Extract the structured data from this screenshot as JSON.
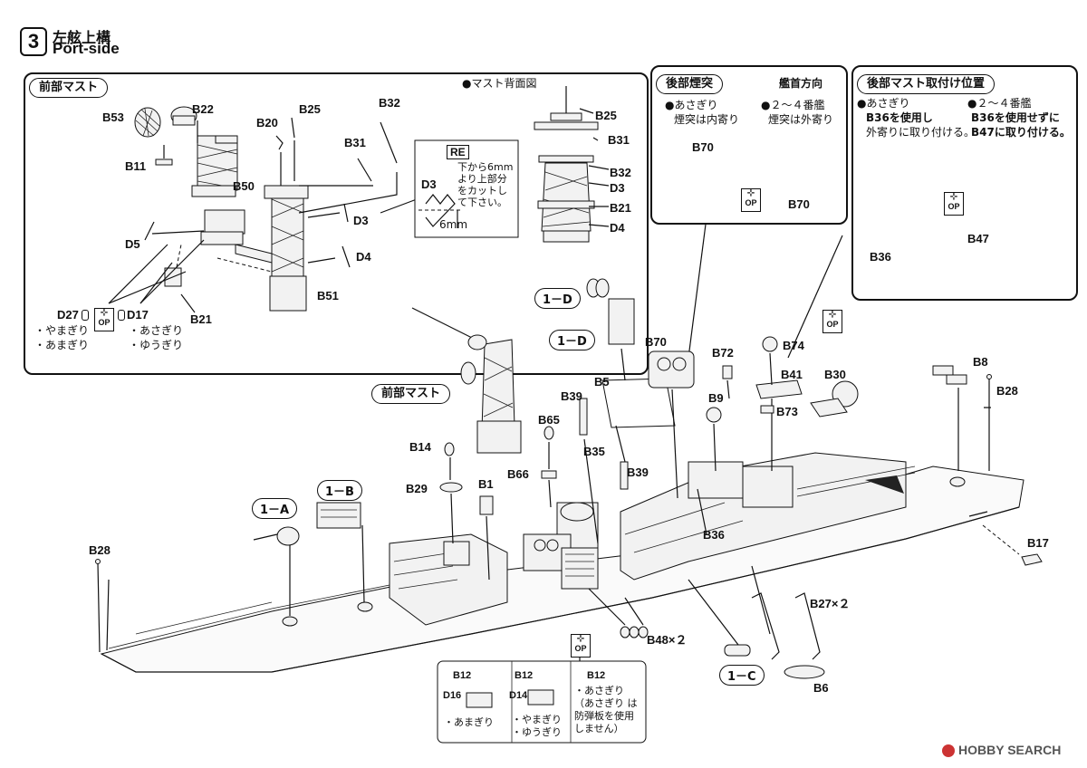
{
  "header": {
    "step_number": "3",
    "title_jp": "左舷上構",
    "title_en": "Port-side"
  },
  "front_mast_panel": {
    "heading": "前部マスト",
    "rear_view_label": "●マスト背面図",
    "labels": [
      "B53",
      "B22",
      "B20",
      "B25",
      "B32",
      "B11",
      "B31",
      "B50",
      "D3",
      "D5",
      "D4",
      "B51",
      "B21"
    ],
    "d27_label": "D27",
    "d17_label": "D17",
    "d27_ships": [
      "・やまぎり",
      "・あまぎり"
    ],
    "d17_ships": [
      "・あさぎり",
      "・ゆうぎり"
    ],
    "rear_view_labels": [
      "B25",
      "B31",
      "B32",
      "D3",
      "B21",
      "D4"
    ],
    "cut_note": {
      "badge": "RE",
      "text": [
        "下から6mm",
        "より上部分",
        "をカットし",
        "て下さい。"
      ],
      "part": "D3",
      "measure": "6mm"
    }
  },
  "rear_funnel_panel": {
    "heading": "後部煙突",
    "arrow_label": "艦首方向",
    "left_note": [
      "●あさぎり",
      "煙突は内寄り"
    ],
    "right_note": [
      "●２～４番艦",
      "煙突は外寄り"
    ],
    "part_left": "B70",
    "part_right": "B70"
  },
  "rear_mast_panel": {
    "heading": "後部マスト取付け位置",
    "left_note": [
      "●あさぎり",
      "B36を使用し",
      "外寄りに取り付ける。"
    ],
    "right_note": [
      "●２～４番艦",
      "B36を使用せずに",
      "B47に取り付ける。"
    ],
    "part_left": "B36",
    "part_right": "B47"
  },
  "op_badge": "OP",
  "main_labels": {
    "front_mast": "前部マスト",
    "sub_1a": "1－A",
    "sub_1b": "1－B",
    "sub_1c": "1－C",
    "sub_1d": "1－D",
    "sub_1d_2": "1－D",
    "parts": [
      "B28",
      "B14",
      "B29",
      "B1",
      "B65",
      "B66",
      "B39",
      "B5",
      "B35",
      "B39",
      "B70",
      "B72",
      "B74",
      "B41",
      "B30",
      "B9",
      "B73",
      "B8",
      "B28",
      "B36",
      "B17",
      "B6"
    ],
    "b48": "B48×２",
    "b27": "B27×２"
  },
  "bottom_box": {
    "cols": [
      {
        "top": "B12",
        "part": "D16",
        "ships": [
          "・あまぎり"
        ]
      },
      {
        "top": "B12",
        "part": "D14",
        "ships": [
          "・やまぎり",
          "・ゆうぎり"
        ]
      },
      {
        "top": "B12",
        "part": "",
        "ships": [
          "・あさぎり",
          "（あさぎり は",
          "防弾板を使用",
          "しません）"
        ]
      }
    ]
  },
  "watermark": "HOBBY SEARCH"
}
